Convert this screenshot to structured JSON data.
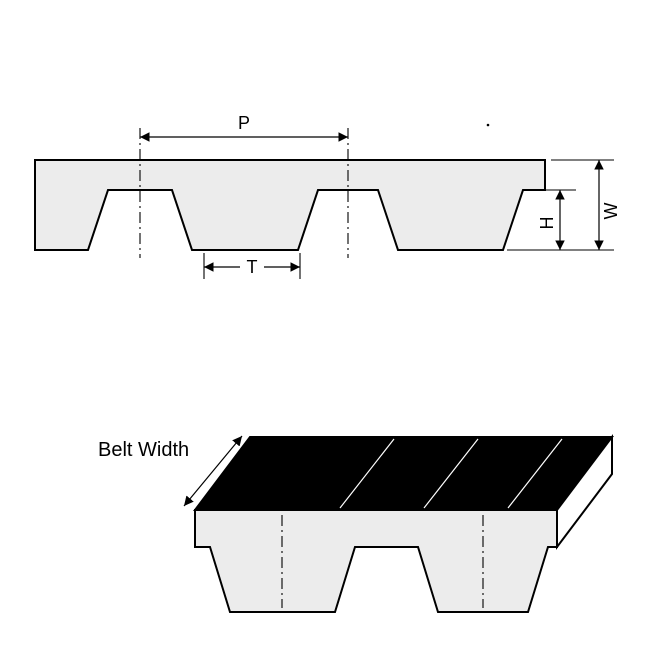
{
  "diagram": {
    "top_view": {
      "pitch_label": "P",
      "tooth_width_label": "T",
      "tooth_height_label": "H",
      "belt_thickness_label": "W"
    },
    "iso_view": {
      "belt_width_label": "Belt Width"
    },
    "colors": {
      "belt_fill": "#ececec",
      "top_face_fill": "#000000",
      "side_face_fill": "#ffffff",
      "outline": "#000000",
      "background": "#ffffff"
    }
  }
}
